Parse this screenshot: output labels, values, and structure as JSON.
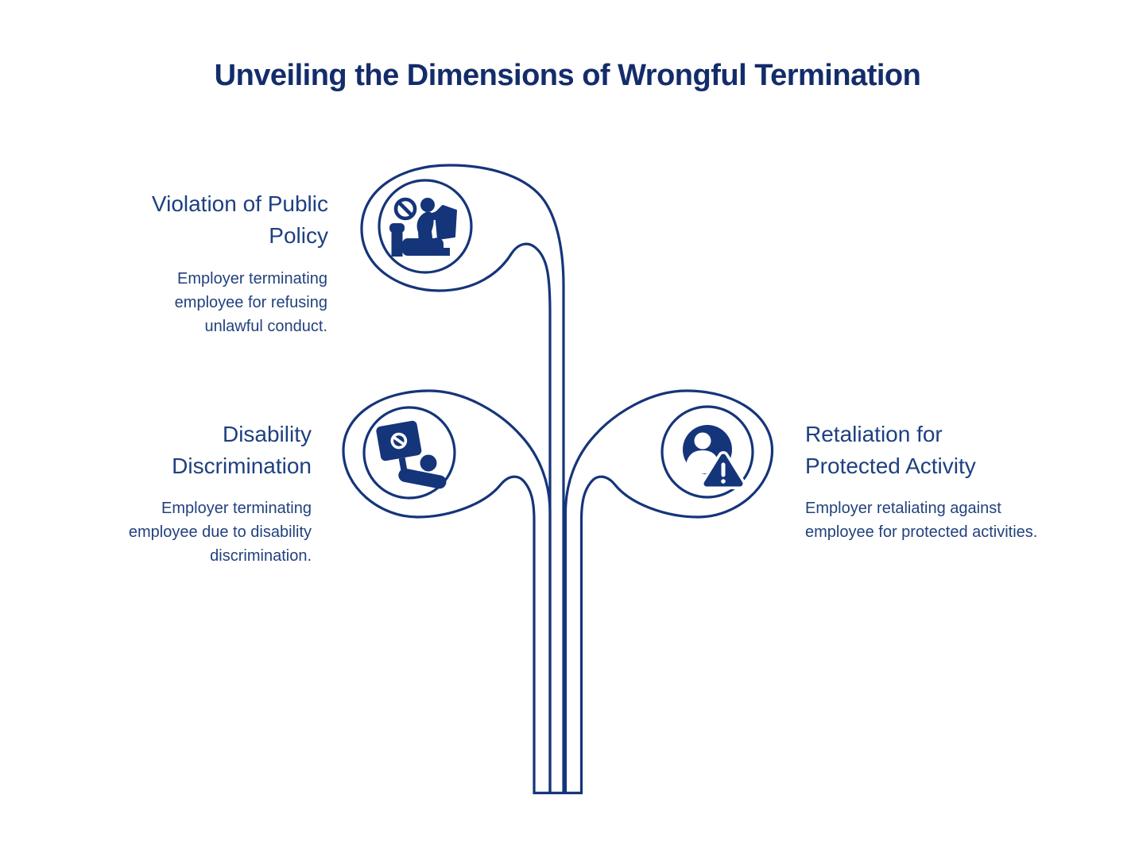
{
  "title": "Unveiling the Dimensions of Wrongful Termination",
  "colors": {
    "title_navy": "#132c6b",
    "text_navy": "#1e4080",
    "line_navy": "#15357a",
    "background": "#ffffff"
  },
  "nodes": [
    {
      "heading": "Violation of Public Policy",
      "description": "Employer terminating employee for refusing unlawful conduct.",
      "icon": "prohibited-conduct-icon",
      "text_align": "right",
      "position": "top-left"
    },
    {
      "heading": "Disability Discrimination",
      "description": "Employer terminating employee due to disability discrimination.",
      "icon": "protest-sign-icon",
      "text_align": "right",
      "position": "middle-left"
    },
    {
      "heading": "Retaliation for Protected Activity",
      "description": "Employer retaliating against employee for protected activities.",
      "icon": "user-alert-icon",
      "text_align": "left",
      "position": "middle-right"
    }
  ]
}
